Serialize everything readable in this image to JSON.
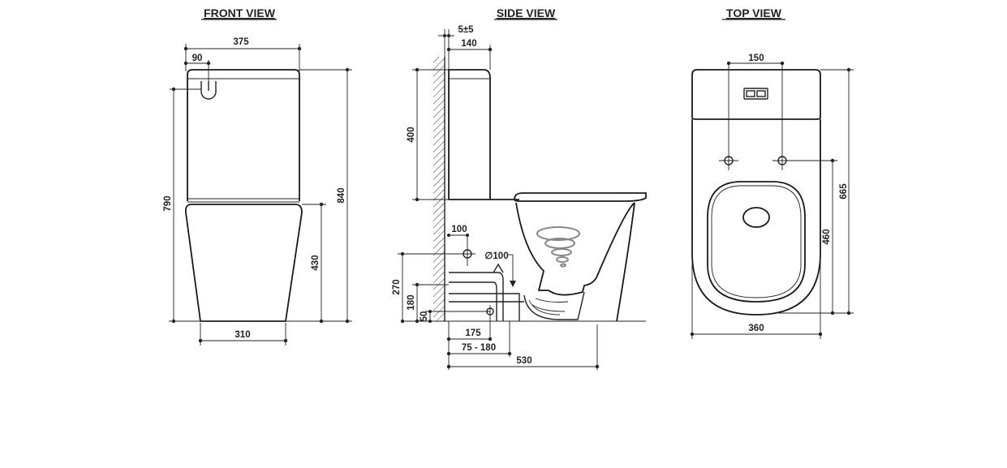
{
  "views": {
    "front": {
      "title": "FRONT VIEW",
      "dims": {
        "top_width": "375",
        "button_offset": "90",
        "tank_height": "790",
        "total_height": "840",
        "bowl_height": "430",
        "base_width": "310"
      }
    },
    "side": {
      "title": "SIDE VIEW",
      "dims": {
        "wall_gap": "5±5",
        "tank_depth": "140",
        "tank_height": "400",
        "inlet_offset": "100",
        "outlet_diameter": "∅100",
        "outlet_height": "270",
        "outlet_center": "180",
        "bottom_offset": "50",
        "floor_outlet": "175",
        "outlet_range": "75 - 180",
        "total_depth": "530"
      }
    },
    "top": {
      "title": "TOP  VIEW",
      "dims": {
        "fixing_spacing": "150",
        "total_depth": "665",
        "seat_to_fixing": "460",
        "width": "360"
      }
    }
  },
  "colors": {
    "line": "#222222",
    "background": "#ffffff",
    "swirl": "#888888"
  }
}
